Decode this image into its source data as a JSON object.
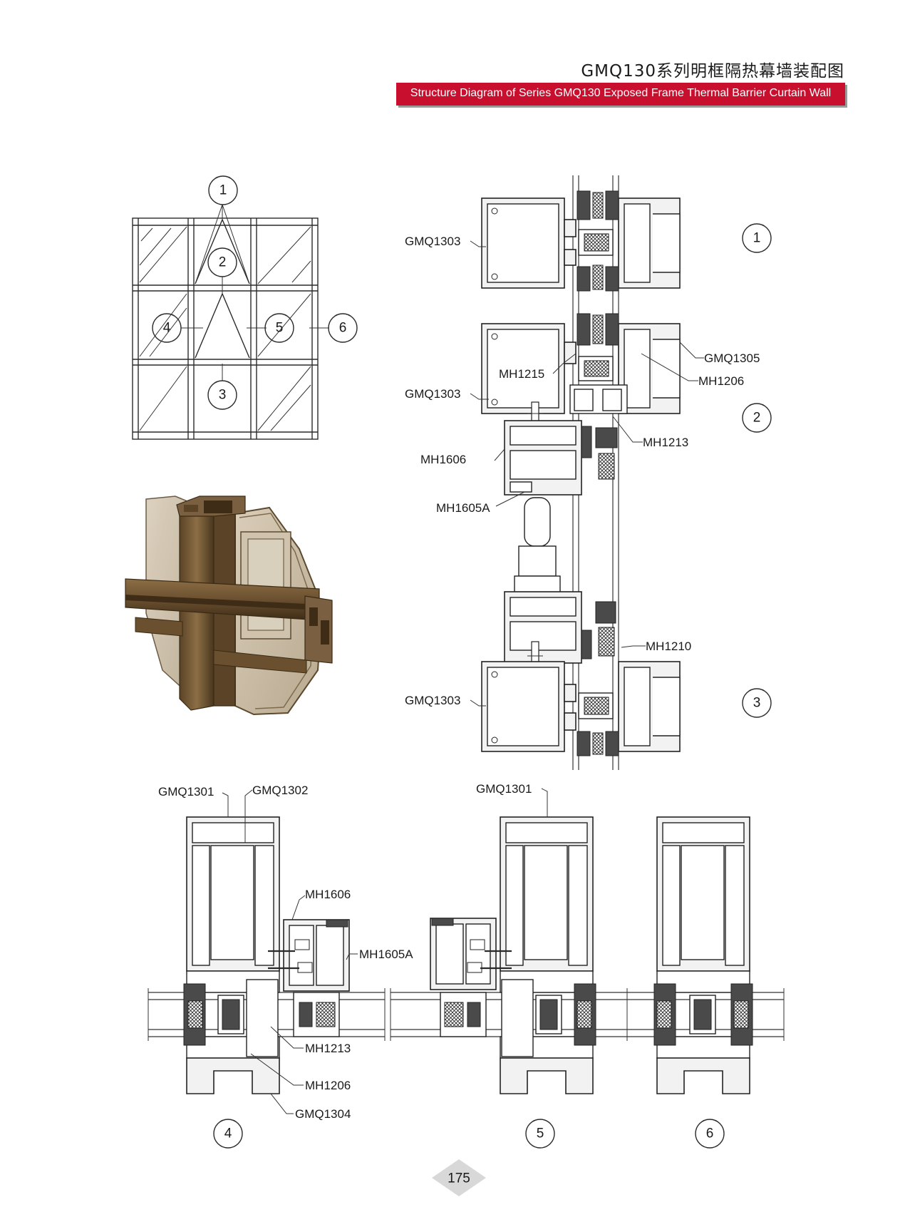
{
  "header": {
    "title_cn": "GMQ130系列明框隔热幕墙装配图",
    "title_en": "Structure Diagram of Series GMQ130 Exposed Frame Thermal Barrier Curtain Wall"
  },
  "elevation": {
    "callouts": [
      "1",
      "2",
      "3",
      "4",
      "5",
      "6"
    ]
  },
  "vertical_section": {
    "labels": {
      "gmq1303_a": "GMQ1303",
      "gmq1303_b": "GMQ1303",
      "gmq1303_c": "GMQ1303",
      "gmq1305": "GMQ1305",
      "mh1215": "MH1215",
      "mh1206": "MH1206",
      "mh1213": "MH1213",
      "mh1606": "MH1606",
      "mh1605a": "MH1605A",
      "mh1210": "MH1210"
    },
    "callouts": [
      "1",
      "2",
      "3"
    ]
  },
  "horizontal_section": {
    "labels": {
      "gmq1301_a": "GMQ1301",
      "gmq1302": "GMQ1302",
      "mh1606": "MH1606",
      "mh1605a": "MH1605A",
      "mh1213": "MH1213",
      "mh1206": "MH1206",
      "gmq1304": "GMQ1304",
      "gmq1301_b": "GMQ1301"
    },
    "callouts": [
      "4",
      "5",
      "6"
    ]
  },
  "page_number": "175"
}
